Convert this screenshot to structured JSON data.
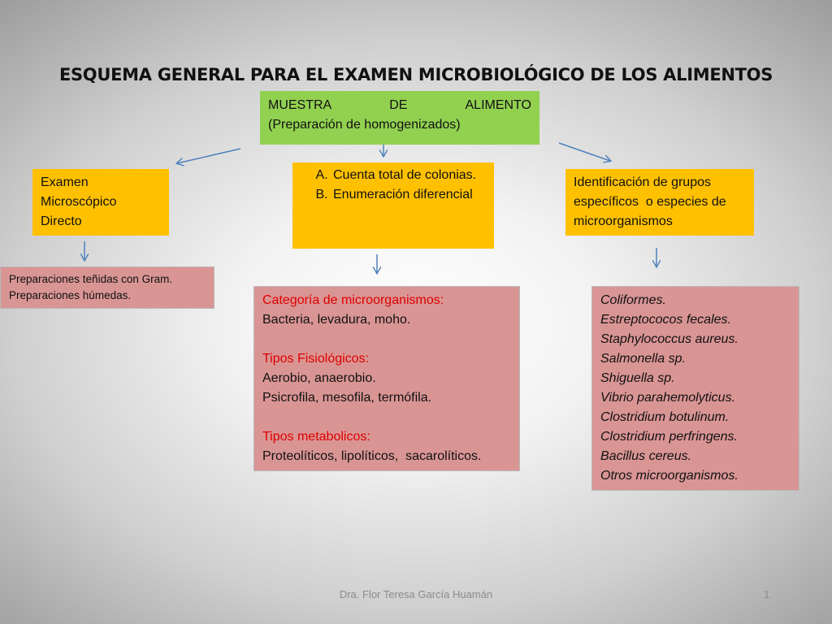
{
  "title": "ESQUEMA GENERAL PARA EL EXAMEN MICROBIOLÓGICO DE LOS ALIMENTOS",
  "muestra": {
    "word1": "MUESTRA",
    "word2": "DE",
    "word3": "ALIMENTO",
    "line2": "(Preparación de homogenizados)"
  },
  "examen": {
    "lines": [
      "Examen",
      "Microscópico",
      "Directo"
    ]
  },
  "cuenta": {
    "items": [
      "Cuenta total de colonias.",
      "Enumeración diferencial"
    ]
  },
  "identificacion": {
    "lines": [
      "Identificación de grupos",
      "específicos  o especies de",
      "microorganismos"
    ]
  },
  "preparaciones": {
    "lines": [
      "Preparaciones teñidas con Gram.",
      "Preparaciones húmedas."
    ]
  },
  "categoria": {
    "h1": "Categoría de microorganismos:",
    "t1": "Bacteria, levadura, moho.",
    "h2": "Tipos Fisiológicos:",
    "t2a": "Aerobio, anaerobio.",
    "t2b": "Psicrofila, mesofila, termófila.",
    "h3": "Tipos metabolicos:",
    "t3": "Proteolíticos, lipolíticos,  sacarolíticos."
  },
  "organismos": {
    "items": [
      "Coliformes.",
      "Estreptococos fecales.",
      "Staphylococcus aureus.",
      "Salmonella sp.",
      "Shiguella sp.",
      "Vibrio parahemolyticus.",
      "Clostridium botulinum.",
      "Clostridium perfringens.",
      "Bacillus cereus.",
      "Otros microorganismos."
    ]
  },
  "footer": "Dra. Flor Teresa García Huamán",
  "page_number": "1",
  "colors": {
    "green": "#92d050",
    "yellow": "#ffc000",
    "pink": "#d99594",
    "red_text": "#e00000",
    "arrow": "#4f81bd"
  }
}
